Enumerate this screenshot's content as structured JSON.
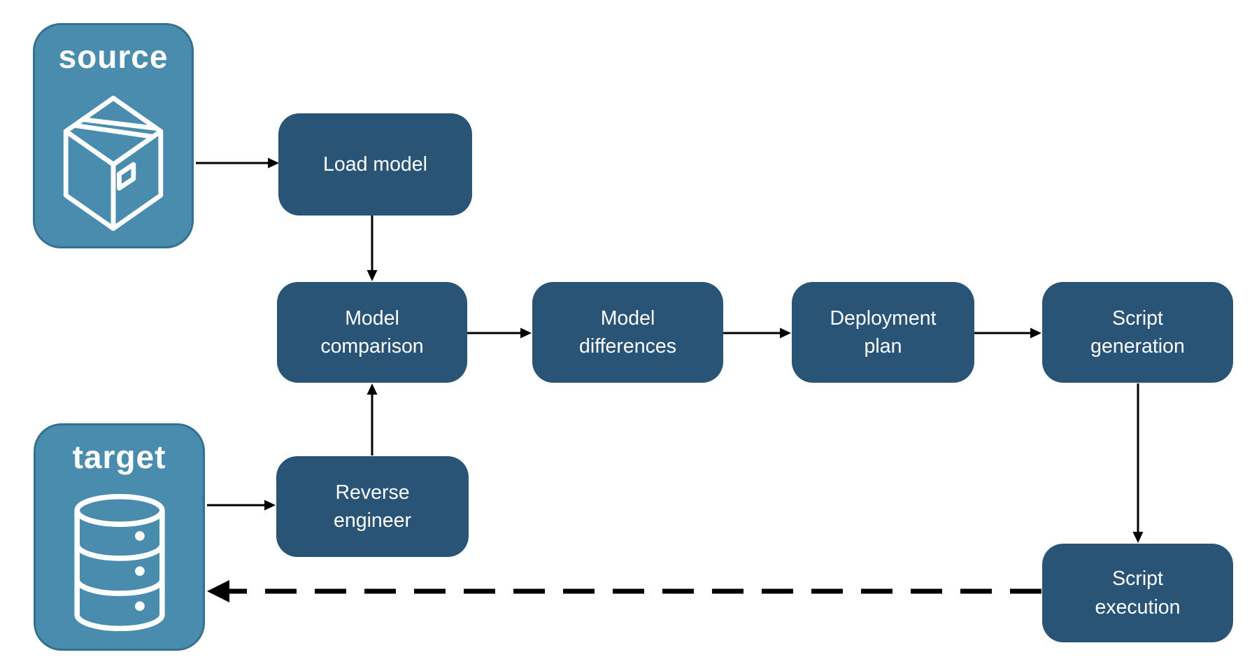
{
  "colors": {
    "background": "#ffffff",
    "process_box_fill": "#295475",
    "endpoint_box_fill": "#4A8CAD",
    "endpoint_box_border": "#33718F",
    "box_text": "#ffffff",
    "arrow": "#000000"
  },
  "diagram": {
    "type": "flowchart",
    "nodes": {
      "source": {
        "label": "source",
        "icon": "package-icon",
        "kind": "endpoint"
      },
      "target": {
        "label": "target",
        "icon": "database-icon",
        "kind": "endpoint"
      },
      "load_model": {
        "label": "Load model",
        "kind": "process"
      },
      "model_comparison": {
        "label": "Model comparison",
        "kind": "process"
      },
      "model_differences": {
        "label": "Model differences",
        "kind": "process"
      },
      "deployment_plan": {
        "label": "Deployment plan",
        "kind": "process"
      },
      "script_generation": {
        "label": "Script generation",
        "kind": "process"
      },
      "reverse_engineer": {
        "label": "Reverse engineer",
        "kind": "process"
      },
      "script_execution": {
        "label": "Script execution",
        "kind": "process"
      }
    },
    "edges": [
      {
        "from": "source",
        "to": "load_model",
        "style": "solid"
      },
      {
        "from": "load_model",
        "to": "model_comparison",
        "style": "solid"
      },
      {
        "from": "target",
        "to": "reverse_engineer",
        "style": "solid"
      },
      {
        "from": "reverse_engineer",
        "to": "model_comparison",
        "style": "solid"
      },
      {
        "from": "model_comparison",
        "to": "model_differences",
        "style": "solid"
      },
      {
        "from": "model_differences",
        "to": "deployment_plan",
        "style": "solid"
      },
      {
        "from": "deployment_plan",
        "to": "script_generation",
        "style": "solid"
      },
      {
        "from": "script_generation",
        "to": "script_execution",
        "style": "solid"
      },
      {
        "from": "script_execution",
        "to": "target",
        "style": "dashed"
      }
    ]
  }
}
